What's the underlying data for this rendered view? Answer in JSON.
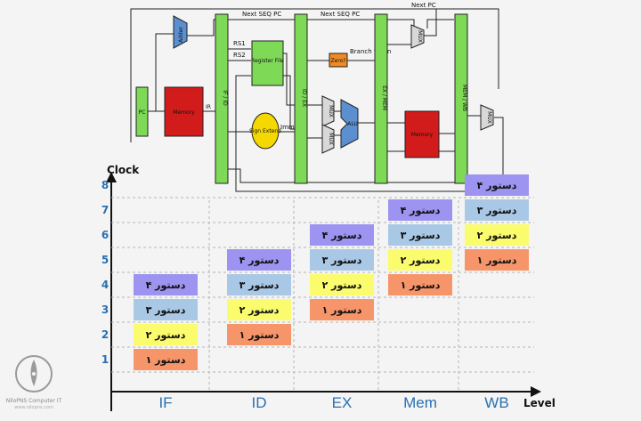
{
  "diagram": {
    "labels": {
      "next_seq_pc_1": "Next SEQ PC",
      "next_seq_pc_2": "Next SEQ PC",
      "next_pc": "Next PC",
      "adder": "Adder",
      "pc": "PC",
      "memory_if": "Memory",
      "ir": "IR",
      "if_id": "IF / ID",
      "rs1": "RS1",
      "rs2": "RS2",
      "register_file": "Register File",
      "sign_extend": "Sign Extend",
      "imm": "Imm",
      "id_ex": "ID / EX",
      "zero": "Zero?",
      "branch_taken": "Branch taken",
      "mux_a": "MUX",
      "mux_b": "MUX",
      "mux_top": "MUX",
      "mux_wb": "MUX",
      "alu": "ALU",
      "ex_mem": "EX / MEM",
      "memory_mem": "Memory",
      "mem_wb": "MEM / WB"
    }
  },
  "chart": {
    "y_axis_title": "Clock",
    "x_axis_title": "Level",
    "clock_ticks": [
      "1",
      "2",
      "3",
      "4",
      "5",
      "6",
      "7",
      "8"
    ],
    "stages": [
      "IF",
      "ID",
      "EX",
      "Mem",
      "WB"
    ],
    "instruction_labels": [
      "دستور ۱",
      "دستور ۲",
      "دستور ۳",
      "دستور ۴"
    ],
    "instruction_colors": [
      "#f7956a",
      "#fbfb6e",
      "#a9c8e6",
      "#9d93f0"
    ],
    "cells": [
      {
        "stage": 0,
        "clock": 1,
        "instr": 0
      },
      {
        "stage": 0,
        "clock": 2,
        "instr": 1
      },
      {
        "stage": 0,
        "clock": 3,
        "instr": 2
      },
      {
        "stage": 0,
        "clock": 4,
        "instr": 3
      },
      {
        "stage": 1,
        "clock": 2,
        "instr": 0
      },
      {
        "stage": 1,
        "clock": 3,
        "instr": 1
      },
      {
        "stage": 1,
        "clock": 4,
        "instr": 2
      },
      {
        "stage": 1,
        "clock": 5,
        "instr": 3
      },
      {
        "stage": 2,
        "clock": 3,
        "instr": 0
      },
      {
        "stage": 2,
        "clock": 4,
        "instr": 1
      },
      {
        "stage": 2,
        "clock": 5,
        "instr": 2
      },
      {
        "stage": 2,
        "clock": 6,
        "instr": 3
      },
      {
        "stage": 3,
        "clock": 4,
        "instr": 0
      },
      {
        "stage": 3,
        "clock": 5,
        "instr": 1
      },
      {
        "stage": 3,
        "clock": 6,
        "instr": 2
      },
      {
        "stage": 3,
        "clock": 7,
        "instr": 3
      },
      {
        "stage": 4,
        "clock": 5,
        "instr": 0
      },
      {
        "stage": 4,
        "clock": 6,
        "instr": 1
      },
      {
        "stage": 4,
        "clock": 7,
        "instr": 2
      },
      {
        "stage": 4,
        "clock": 8,
        "instr": 3
      }
    ]
  },
  "watermark": {
    "line1": "NiloPNS Computer IT",
    "line2": "www.nilopns.com"
  }
}
